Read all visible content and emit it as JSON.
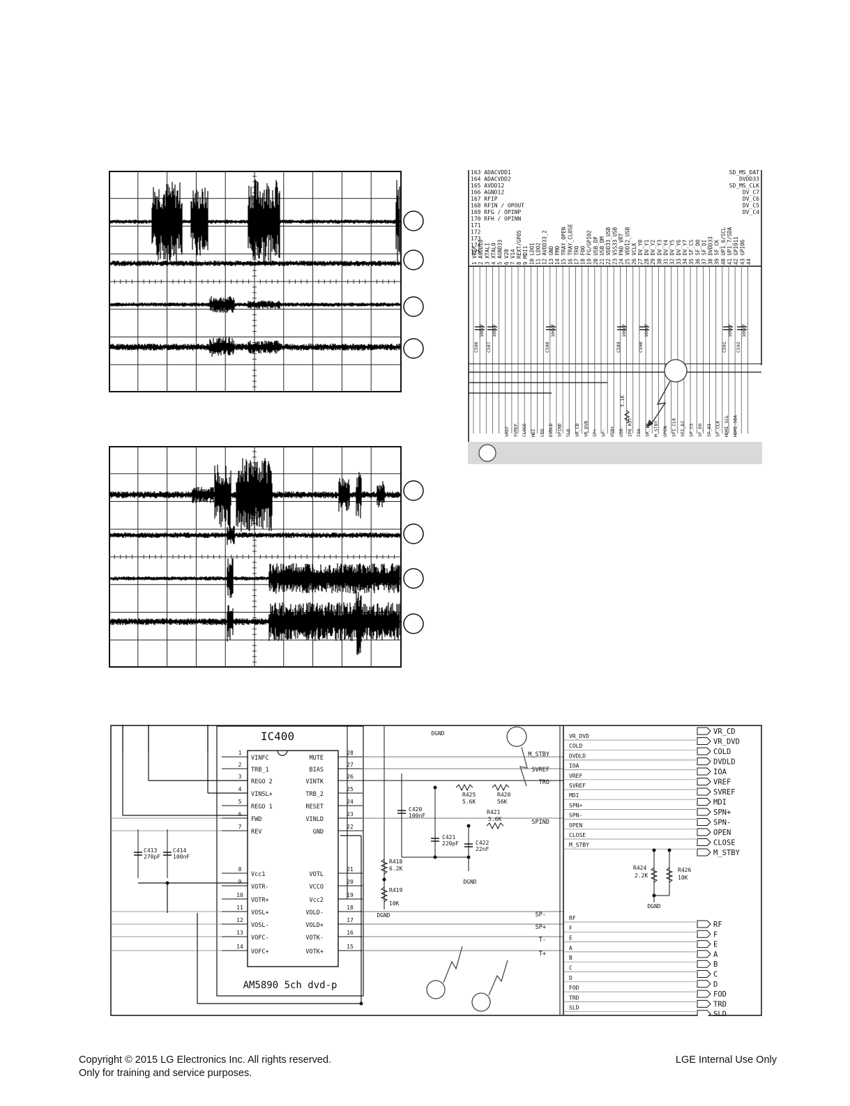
{
  "scope_top": {
    "channel_markers": [
      "",
      "",
      "",
      ""
    ]
  },
  "scope_bottom": {
    "channel_markers": [
      "",
      "",
      "",
      ""
    ]
  },
  "pinout": {
    "side_pins": [
      "163 ADACVDD1",
      "164 ADACVDD2",
      "165 AVDD12",
      "166 AGND12",
      "167 RFIP",
      "168 RFIN / OPOUT",
      "169 RFG / OPINP",
      "170 RFH / OPINN",
      "171",
      "172",
      "173",
      "174",
      "175"
    ],
    "right_labels": [
      "SD_MS_DAT",
      "DVDD33",
      "SD_MS_CLK",
      "DV_C7",
      "DV_C6",
      "DV_C5",
      "DV_C4"
    ],
    "top_pins": [
      "1 VREF",
      "2 AVDD18",
      "3 XTALI",
      "4 XTALO",
      "5 AGND33",
      "6 V20",
      "7 V14",
      "8 REXT/GPO5",
      "9 MDI1",
      "10 LDO1",
      "11 LDO2",
      "12 AVDD33_2",
      "13 GND",
      "14 FMO",
      "15 TRAY_OPEN",
      "16 TRAY_CLOSE",
      "17 TRO",
      "18 FOO",
      "19 FG/GPIO2",
      "20 USB_DP",
      "21 USB_DM",
      "22 VDD33_USB",
      "23 VSS33_USB",
      "24 PAD_VRT",
      "25 VDD12_USB",
      "26 VCLK",
      "27 DV_Y0",
      "28 DV_Y1",
      "29 DV_Y2",
      "30 DV_Y3",
      "31 DV_Y4",
      "32 DV_Y5",
      "33 DV_Y6",
      "34 DV_Y7",
      "35 SF_CS",
      "36 SF_DO",
      "37 SF_DI",
      "38 DVDD33",
      "39 SF_CK",
      "40 UP1_6/SCL",
      "41 UP1_7/SDA",
      "42 GPIO11",
      "43 GPIO6",
      "44"
    ],
    "caps": [
      "C586",
      "C587",
      "C588",
      "C589",
      "C590",
      "C591",
      "C592"
    ],
    "bottom_signals": [
      "VREF",
      "SVREF",
      "CLOSE",
      "MDI",
      "LDO",
      "DVDLD",
      "SPIND",
      "SLD",
      "VR_CD",
      "VR_DVD",
      "SP+",
      "SP-",
      "USB+",
      "USB-",
      "IP0_RST",
      "IOA",
      "SR_IN",
      "M_STBY",
      "OPEN",
      "SPI_CLK",
      "SPI_DI",
      "SF_CS",
      "SF_DO",
      "SF_DI",
      "SF_CLK",
      "HDMI_SCL",
      "HDMI_SDA"
    ],
    "resistor_label": "5.1K",
    "caption_marker": ""
  },
  "driver": {
    "ic_name": "IC400",
    "ic_part": "AM5890 5ch dvd-p",
    "left_pins": [
      {
        "num": "1",
        "name": "VINFC"
      },
      {
        "num": "2",
        "name": "TRB_1"
      },
      {
        "num": "3",
        "name": "REGO 2"
      },
      {
        "num": "4",
        "name": "VINSL+"
      },
      {
        "num": "5",
        "name": "REGO 1"
      },
      {
        "num": "6",
        "name": "FWD"
      },
      {
        "num": "7",
        "name": "REV"
      },
      {
        "num": "8",
        "name": "Vcc1"
      },
      {
        "num": "9",
        "name": "VOTR-"
      },
      {
        "num": "10",
        "name": "VOTR+"
      },
      {
        "num": "11",
        "name": "VOSL+"
      },
      {
        "num": "12",
        "name": "VOSL-"
      },
      {
        "num": "13",
        "name": "VOFC-"
      },
      {
        "num": "14",
        "name": "VOFC+"
      }
    ],
    "right_pins": [
      {
        "num": "28",
        "name": "MUTE"
      },
      {
        "num": "27",
        "name": "BIAS"
      },
      {
        "num": "26",
        "name": "VINTK"
      },
      {
        "num": "25",
        "name": "TRB_2"
      },
      {
        "num": "24",
        "name": "RESET"
      },
      {
        "num": "23",
        "name": "VINLD"
      },
      {
        "num": "22",
        "name": "GND"
      },
      {
        "num": "21",
        "name": "VOTL"
      },
      {
        "num": "20",
        "name": "VCCO"
      },
      {
        "num": "19",
        "name": "Vcc2"
      },
      {
        "num": "18",
        "name": "VOLD-"
      },
      {
        "num": "17",
        "name": "VOLD+"
      },
      {
        "num": "16",
        "name": "VOTK-"
      },
      {
        "num": "15",
        "name": "VOTK+"
      }
    ],
    "net_labels_right": [
      "M_STBY",
      "SVREF",
      "TRO",
      "SPIND"
    ],
    "net_labels_lower": [
      "SP-",
      "SP+",
      "T-",
      "T+"
    ],
    "components": {
      "c413": "C413",
      "c413v": "270pF",
      "c414": "C414",
      "c414v": "100nF",
      "c420": "C420",
      "c420v": "100nF",
      "c421": "C421",
      "c421v": "220pF",
      "c422": "C422",
      "c422v": "22nF",
      "r418": "R418",
      "r418v": "6.2K",
      "r419": "R419",
      "r419v": "10K",
      "r420": "R420",
      "r420v": "56K",
      "r421": "R421",
      "r421v": "5.6K",
      "r425": "R425",
      "r425v": "5.6K",
      "r424": "R424",
      "r424v": "2.2K",
      "r426": "R426",
      "r426v": "10K"
    },
    "dgnd": "DGND",
    "connector_top": [
      "VR_CD",
      "VR_DVD",
      "COLD",
      "DVDLD",
      "IOA",
      "VREF",
      "SVREF",
      "MDI",
      "SPN+",
      "SPN-",
      "OPEN",
      "CLOSE",
      "M_STBY"
    ],
    "connector_bottom": [
      "RF",
      "F",
      "E",
      "A",
      "B",
      "C",
      "D",
      "FOD",
      "TRD",
      "SLD"
    ],
    "inner_top": [
      "VR_DVD",
      "COLD",
      "DVDLD",
      "IOA",
      "VREF",
      "SVREF",
      "MDI",
      "SPN+",
      "SPN-",
      "OPEN",
      "CLOSE",
      "M_STBY"
    ],
    "inner_bottom": [
      "RF",
      "F",
      "E",
      "A",
      "B",
      "C",
      "D",
      "FOD",
      "TRD",
      "SLD"
    ]
  },
  "footer": {
    "copyright": "Copyright © 2015 LG Electronics Inc. All rights reserved.",
    "training": "Only for training and service purposes.",
    "internal": "LGE Internal Use Only"
  }
}
